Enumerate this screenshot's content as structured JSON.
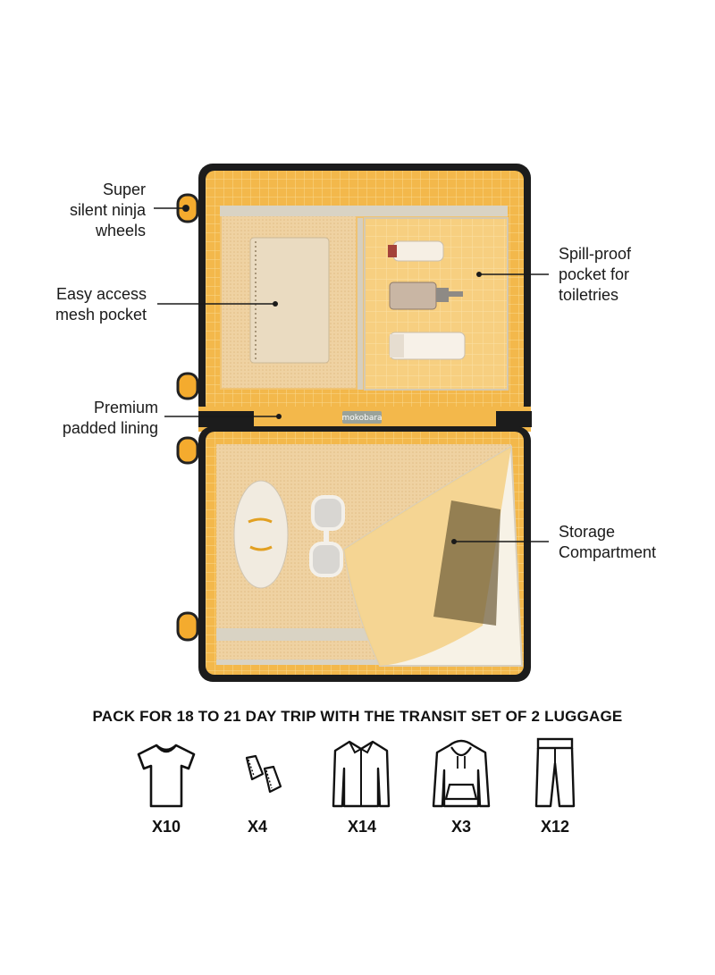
{
  "callouts": {
    "wheels": [
      "Super",
      "silent ninja",
      "wheels"
    ],
    "mesh_pocket": [
      "Easy access",
      "mesh pocket"
    ],
    "lining": [
      "Premium",
      "padded lining"
    ],
    "spill_proof": [
      "Spill-proof",
      "pocket for",
      "toiletries"
    ],
    "storage": [
      "Storage",
      "Compartment"
    ]
  },
  "brand_tag": "mokobara",
  "packing": {
    "heading": "PACK FOR 18 TO 21 DAY TRIP WITH THE TRANSIT SET OF 2 LUGGAGE",
    "items": [
      {
        "icon": "tshirt-icon",
        "count": "X10"
      },
      {
        "icon": "sneakers-icon",
        "count": "X4"
      },
      {
        "icon": "shirt-icon",
        "count": "X14"
      },
      {
        "icon": "hoodie-icon",
        "count": "X3"
      },
      {
        "icon": "trousers-icon",
        "count": "X12"
      }
    ]
  },
  "colors": {
    "lining": "#f2b94a",
    "shell": "#1c1c1c",
    "wheel": "#f4ab2e",
    "mesh": "#eed3a8"
  }
}
